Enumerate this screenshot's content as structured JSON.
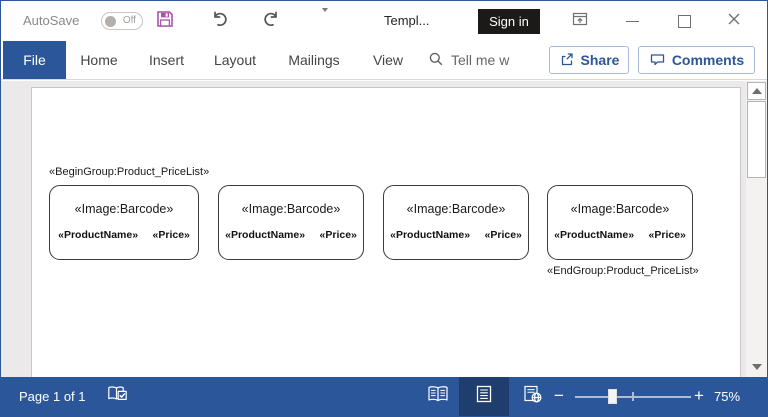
{
  "colors": {
    "accent": "#2B579A",
    "status_active_view_bg": "#1F3E6D",
    "save_icon_purple": "#A854A8",
    "signin_bg": "#1B1A19",
    "canvas_bg": "#EBE9E9",
    "page_bg": "#FFFFFF"
  },
  "titlebar": {
    "autosave_label": "AutoSave",
    "autosave_state": "Off",
    "title": "Templ...",
    "signin_label": "Sign in"
  },
  "ribbon": {
    "tabs": [
      {
        "label": "File",
        "active": true
      },
      {
        "label": "Home",
        "active": false
      },
      {
        "label": "Insert",
        "active": false
      },
      {
        "label": "Layout",
        "active": false
      },
      {
        "label": "Mailings",
        "active": false
      },
      {
        "label": "View",
        "active": false
      }
    ],
    "tell_me_text": "Tell me w",
    "share_label": "Share",
    "comments_label": "Comments"
  },
  "document": {
    "begin_group": "«BeginGroup:Product_PriceList»",
    "end_group": "«EndGroup:Product_PriceList»",
    "cards": [
      {
        "image_placeholder": "«Image:Barcode»",
        "product_placeholder": "«ProductName»",
        "price_placeholder": "«Price»"
      },
      {
        "image_placeholder": "«Image:Barcode»",
        "product_placeholder": "«ProductName»",
        "price_placeholder": "«Price»"
      },
      {
        "image_placeholder": "«Image:Barcode»",
        "product_placeholder": "«ProductName»",
        "price_placeholder": "«Price»"
      },
      {
        "image_placeholder": "«Image:Barcode»",
        "product_placeholder": "«ProductName»",
        "price_placeholder": "«Price»"
      }
    ]
  },
  "statusbar": {
    "page_indicator": "Page 1 of 1",
    "zoom_out_symbol": "−",
    "zoom_in_symbol": "+",
    "zoom_level": "75%"
  },
  "icons": {
    "save": "floppy-disk",
    "undo": "arrow-undo",
    "redo": "arrow-redo",
    "qat_dropdown": "chevron-down-small",
    "ribbon_display_options": "window-with-up-arrow",
    "minimize": "dash",
    "maximize": "square-outline",
    "close": "x",
    "search": "magnifier",
    "share": "box-with-up-arrow",
    "comments": "speech-bubble",
    "proofing": "open-book-with-check",
    "read_mode": "open-book",
    "print_layout": "document-with-lines",
    "web_layout": "document-with-globe",
    "scroll_up": "triangle-up",
    "scroll_down": "triangle-down"
  }
}
